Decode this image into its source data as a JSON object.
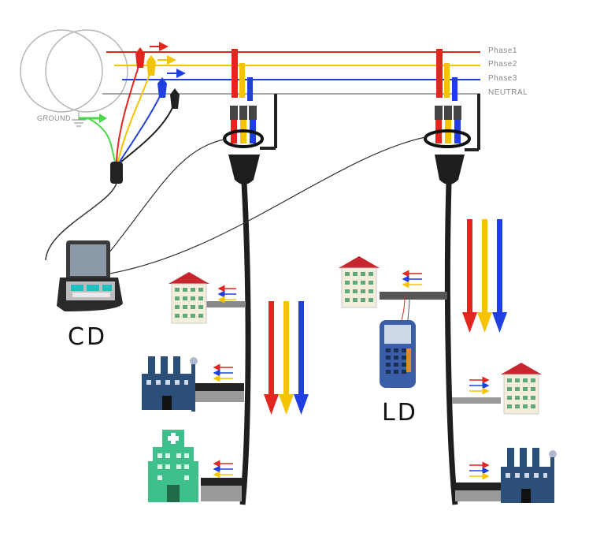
{
  "lines": {
    "phase1": {
      "label": "Phase1",
      "color": "#e0261e"
    },
    "phase2": {
      "label": "Phase2",
      "color": "#f5c400"
    },
    "phase3": {
      "label": "Phase3",
      "color": "#1f3fe0"
    },
    "neutral": {
      "label": "NEUTRAL",
      "color": "#8a8a8a"
    }
  },
  "ground_label": "GROUND",
  "device_cd_label": "CD",
  "device_ld_label": "LD",
  "colors": {
    "cable": "#1e1e1e",
    "building_roof": "#c8262e",
    "building_wall": "#f3eedc",
    "factory": "#2c4f78",
    "hospital": "#3fbf8c",
    "ground_wire": "#48d848"
  }
}
